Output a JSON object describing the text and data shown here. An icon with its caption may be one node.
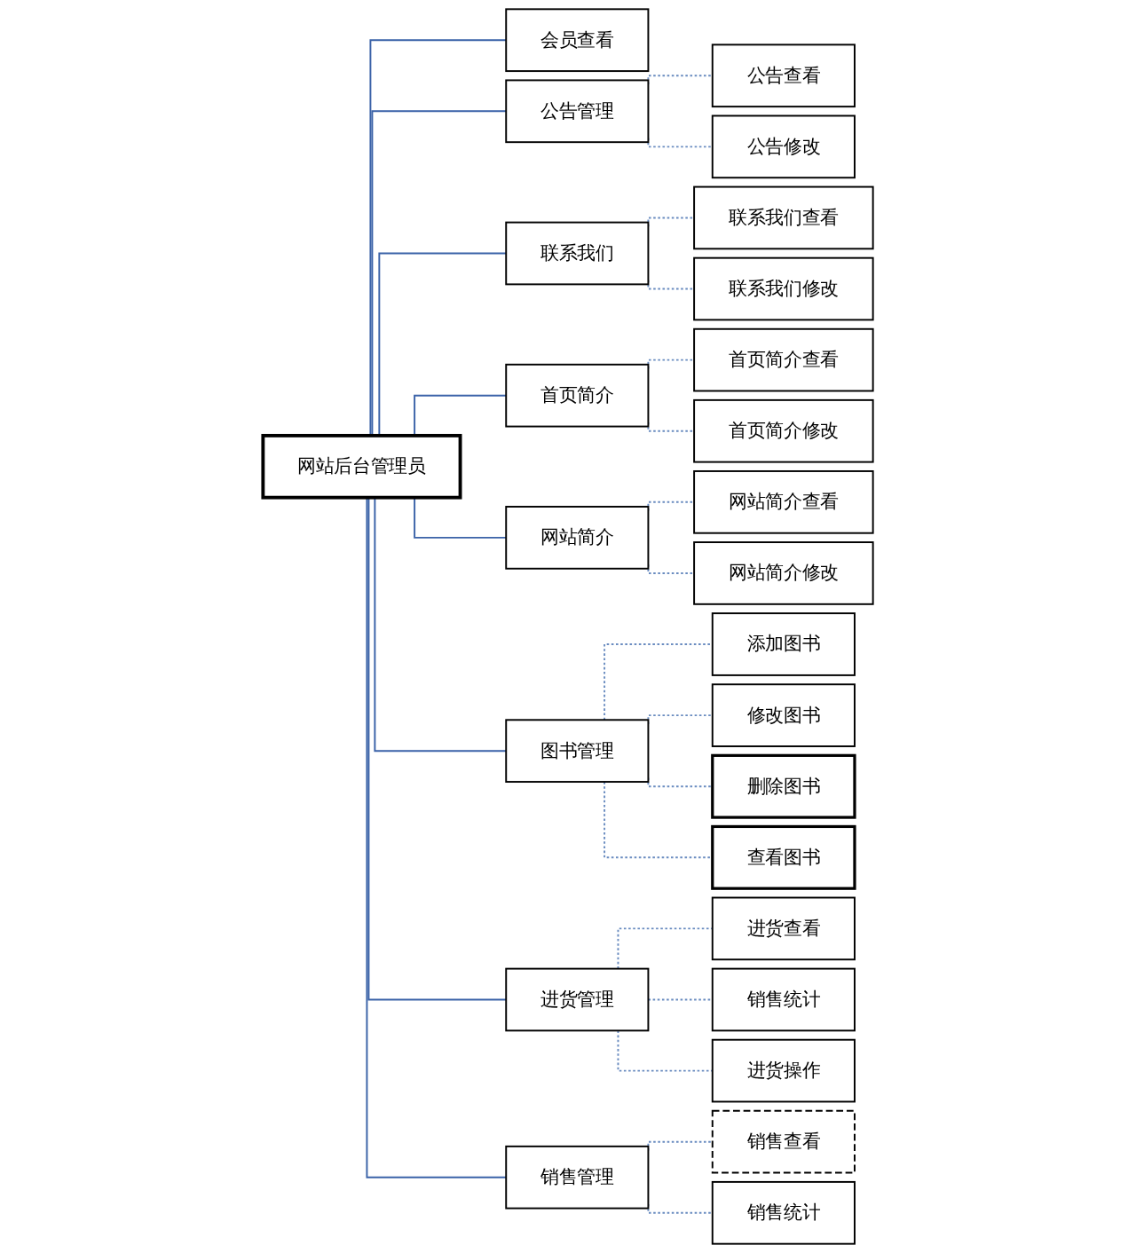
{
  "diagram": {
    "nodes": [
      {
        "text": [
          "网站后台管理员"
        ]
      },
      {
        "text": [
          "会员查看"
        ]
      },
      {
        "text": [
          "公告管理"
        ]
      },
      {
        "text": [
          "公告查看"
        ]
      },
      {
        "text": [
          "公告修改"
        ]
      },
      {
        "text": [
          "联系我们"
        ]
      },
      {
        "text": [
          "联系我们查看"
        ]
      },
      {
        "text": [
          "联系我们修改"
        ]
      },
      {
        "text": [
          "首页简介"
        ]
      },
      {
        "text": [
          "首页简介查看"
        ]
      },
      {
        "text": [
          "首页简介修改"
        ]
      },
      {
        "text": [
          "网站简介"
        ]
      },
      {
        "text": [
          "网站简介查看"
        ]
      },
      {
        "text": [
          "网站简介修改"
        ]
      },
      {
        "text": [
          "图书管理"
        ]
      },
      {
        "text": [
          "添加图书"
        ]
      },
      {
        "text": [
          "修改图书"
        ]
      },
      {
        "text": [
          "删除图书"
        ]
      },
      {
        "text": [
          "查看图书"
        ]
      },
      {
        "text": [
          "进货管理"
        ]
      },
      {
        "text": [
          "进货查看"
        ]
      },
      {
        "text": [
          "销售统计"
        ]
      },
      {
        "text": [
          "进货操作"
        ]
      },
      {
        "text": [
          "销售管理"
        ]
      },
      {
        "text": [
          "销售查看"
        ]
      },
      {
        "text": [
          "销售统计"
        ]
      }
    ],
    "edges": [
      {
        "from": 0,
        "to": 1,
        "arrow": "none"
      },
      {
        "from": 0,
        "to": 2,
        "arrow": "none"
      },
      {
        "from": 2,
        "to": 3,
        "arrow": "none",
        "style": "dashed"
      },
      {
        "from": 2,
        "to": 4,
        "arrow": "none",
        "style": "dashed"
      },
      {
        "from": 0,
        "to": 5,
        "arrow": "none"
      },
      {
        "from": 5,
        "to": 6,
        "arrow": "none",
        "style": "dashed"
      },
      {
        "from": 5,
        "to": 7,
        "arrow": "none",
        "style": "dashed"
      },
      {
        "from": 0,
        "to": 8,
        "arrow": "none"
      },
      {
        "from": 8,
        "to": 9,
        "arrow": "none",
        "style": "dashed"
      },
      {
        "from": 8,
        "to": 10,
        "arrow": "none",
        "style": "dashed"
      },
      {
        "from": 0,
        "to": 11,
        "arrow": "none"
      },
      {
        "from": 11,
        "to": 12,
        "arrow": "none",
        "style": "dashed"
      },
      {
        "from": 11,
        "to": 13,
        "arrow": "none",
        "style": "dashed"
      },
      {
        "from": 0,
        "to": 14,
        "arrow": "none"
      },
      {
        "from": 14,
        "to": 15,
        "arrow": "none",
        "style": "dashed"
      },
      {
        "from": 14,
        "to": 16,
        "arrow": "none",
        "style": "dashed"
      },
      {
        "from": 14,
        "to": 17,
        "arrow": "none",
        "style": "dashed"
      },
      {
        "from": 14,
        "to": 18,
        "arrow": "none",
        "style": "dashed"
      },
      {
        "from": 0,
        "to": 19,
        "arrow": "none"
      },
      {
        "from": 19,
        "to": 20,
        "arrow": "none",
        "style": "dashed"
      },
      {
        "from": 19,
        "to": 21,
        "arrow": "none",
        "style": "dashed"
      },
      {
        "from": 19,
        "to": 22,
        "arrow": "none",
        "style": "dashed"
      },
      {
        "from": 0,
        "to": 23,
        "arrow": "none"
      },
      {
        "from": 23,
        "to": 24,
        "arrow": "none",
        "style": "dashed"
      },
      {
        "from": 23,
        "to": 25,
        "arrow": "none",
        "style": "dashed"
      }
    ]
  }
}
